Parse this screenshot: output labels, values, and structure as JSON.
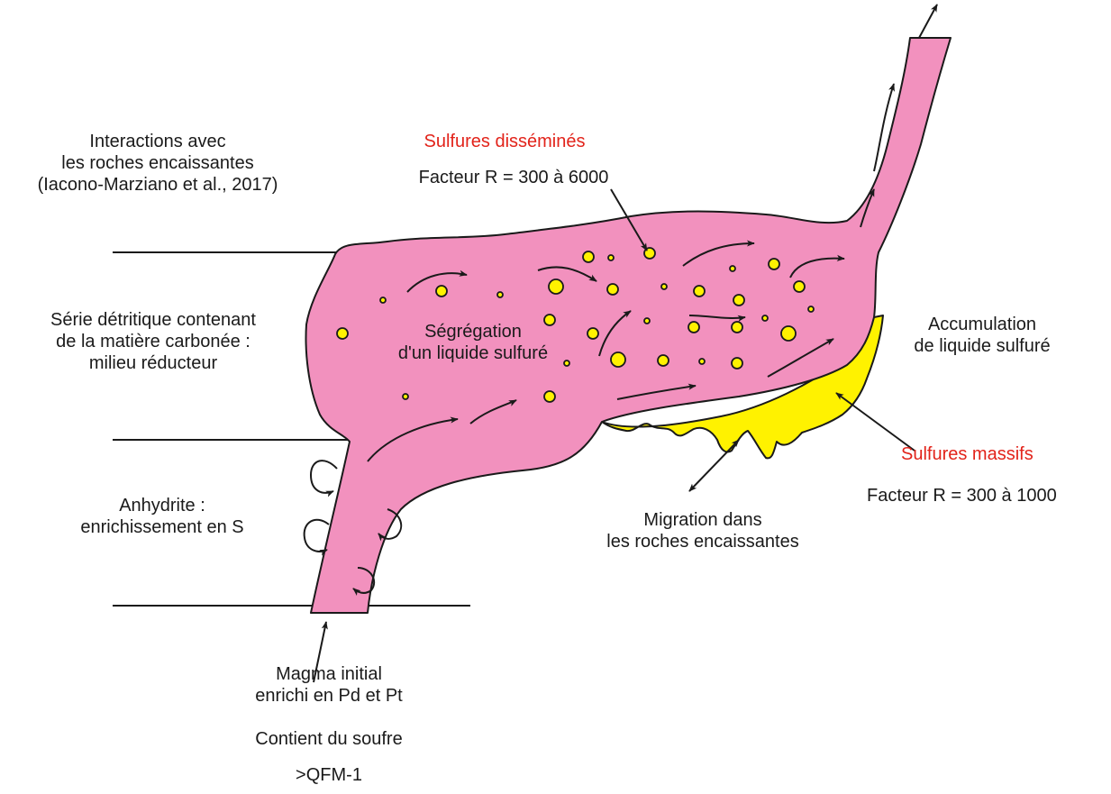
{
  "colors": {
    "magma": "#f291be",
    "sulfide": "#fff200",
    "outline": "#1a1a1a",
    "highlight_text": "#e2231a"
  },
  "labels": {
    "interactions": [
      "Interactions avec",
      "les roches encaissantes",
      "(Iacono-Marziano et al., 2017)"
    ],
    "disseminated_title": "Sulfures disséminés",
    "disseminated_factor": "Facteur R = 300 à 6000",
    "detrital": [
      "Série détritique contenant",
      "de la matière carbonée :",
      "milieu réducteur"
    ],
    "segregation": [
      "Ségrégation",
      "d'un liquide sulfuré"
    ],
    "accumulation": [
      "Accumulation",
      "de liquide sulfuré"
    ],
    "massive_title": "Sulfures massifs",
    "massive_factor": "Facteur R = 300 à 1000",
    "anhydrite": [
      "Anhydrite :",
      "enrichissement en S"
    ],
    "migration": [
      "Migration dans",
      "les roches encaissantes"
    ],
    "magma_initial": [
      "Magma initial",
      "enrichi en Pd et Pt"
    ],
    "sulfur": "Contient du soufre",
    "qfm": ">QFM-1"
  }
}
